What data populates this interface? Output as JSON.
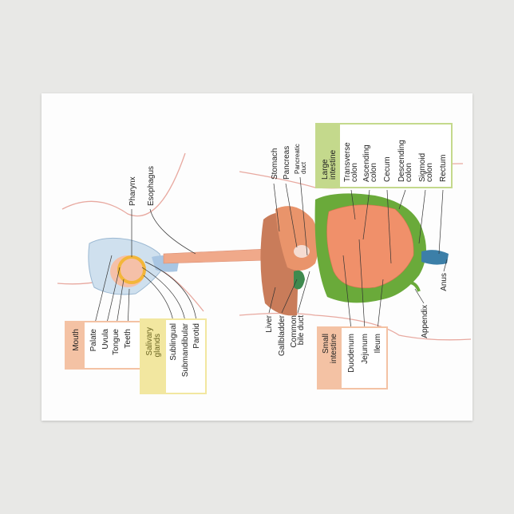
{
  "colors": {
    "background": "#e8e8e6",
    "card": "#fdfdfd",
    "mouth": "#f4c2a4",
    "salivary": "#f2e7a0",
    "large_intestine": "#c4d98c",
    "small_intestine": "#f4c2a4",
    "liver": "#c97c5a",
    "intestine_green": "#6aaa3a",
    "small_intestine_fill": "#f0906a"
  },
  "labels": {
    "pharynx": "Pharynx",
    "esophagus": "Esophagus",
    "stomach": "Stomach",
    "pancreas": "Pancreas",
    "pancreatic_duct": [
      "Pancreatic",
      "duct"
    ],
    "large_intestine": {
      "title": [
        "Large",
        "intestine"
      ],
      "items": [
        [
          "Transverse",
          "colon"
        ],
        [
          "Ascending",
          "colon"
        ],
        [
          "Cecum"
        ],
        [
          "Descending",
          "colon"
        ],
        [
          "Sigmoid",
          "colon"
        ],
        [
          "Rectum"
        ]
      ]
    },
    "anus": "Anus",
    "appendix": "Appendix",
    "liver": "Liver",
    "gallbladder": "Gallbladder",
    "common_bile_duct": [
      "Common",
      "bile duct"
    ],
    "small_intestine": {
      "title": [
        "Small",
        "intestine"
      ],
      "items": [
        "Duodenum",
        "Jejunum",
        "Ileum"
      ]
    },
    "mouth": {
      "title": "Mouth",
      "items": [
        "Palate",
        "Uvula",
        "Tongue",
        "Teeth"
      ]
    },
    "salivary_glands": {
      "title": [
        "Salivary",
        "glands"
      ],
      "items": [
        "Sublingual",
        "Submandibular",
        "Parotid"
      ]
    }
  }
}
